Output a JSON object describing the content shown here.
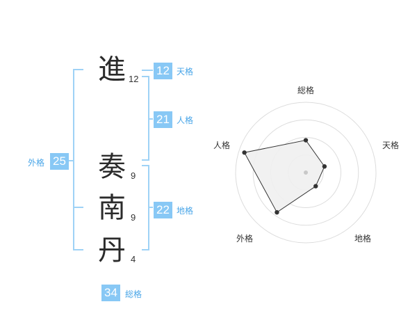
{
  "name": {
    "characters": [
      {
        "char": "進",
        "strokes": "12"
      },
      {
        "char": "奏",
        "strokes": "9"
      },
      {
        "char": "南",
        "strokes": "9"
      },
      {
        "char": "丹",
        "strokes": "4"
      }
    ]
  },
  "fortunes": {
    "tenkaku": {
      "value": "12",
      "label": "天格"
    },
    "jinkaku": {
      "value": "21",
      "label": "人格"
    },
    "chikaku": {
      "value": "22",
      "label": "地格"
    },
    "gaikaku": {
      "value": "25",
      "label": "外格"
    },
    "soukaku": {
      "value": "34",
      "label": "総格"
    }
  },
  "colors": {
    "accent": "#88c8f5",
    "accent_text": "#4aa6e8",
    "bracket": "#9ed2f6",
    "radar_fill": "#f0f0f0",
    "radar_grid": "#dcdcdc"
  },
  "chart_data": {
    "type": "radar",
    "axes": [
      "総格",
      "天格",
      "地格",
      "外格",
      "人格"
    ],
    "values": [
      2.3,
      1.4,
      1.2,
      3.5,
      4.6
    ],
    "max": 5,
    "rings": 4
  }
}
